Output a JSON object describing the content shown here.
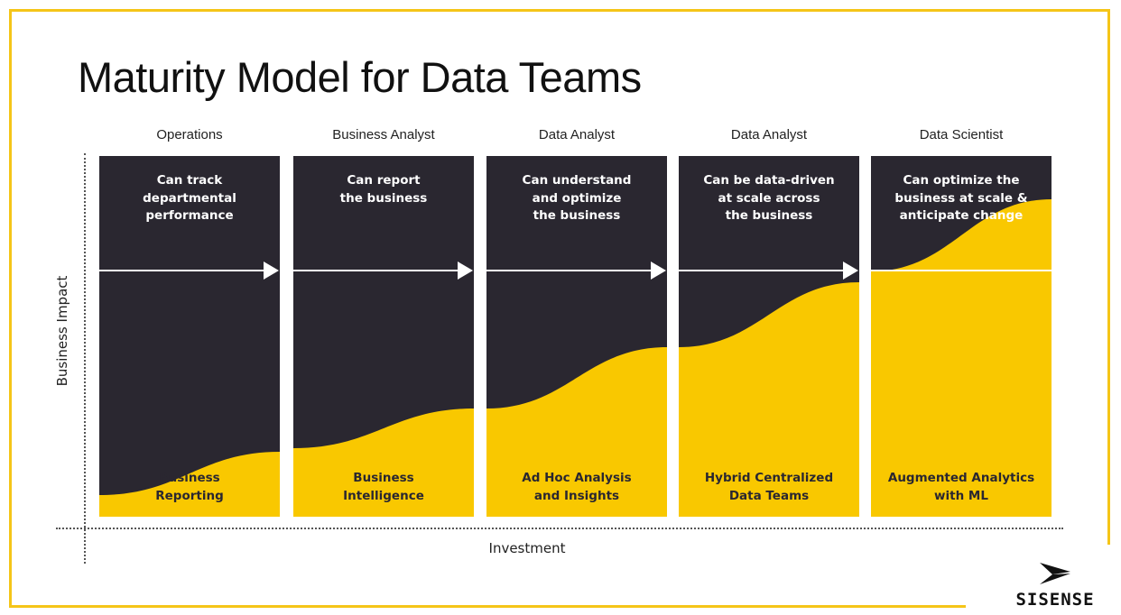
{
  "title": "Maturity Model for Data Teams",
  "colors": {
    "frame": "#f5c518",
    "panel": "#2a2730",
    "fill": "#f9c800",
    "arrow": "#ffffff"
  },
  "axes": {
    "x_label": "Investment",
    "y_label": "Business Impact"
  },
  "stages": [
    {
      "role": "Operations",
      "capability": "Can track\ndepartmental\nperformance",
      "practice": "Business\nReporting",
      "impact_start": 0.06,
      "impact_end": 0.18
    },
    {
      "role": "Business Analyst",
      "capability": "Can report\nthe business",
      "practice": "Business\nIntelligence",
      "impact_start": 0.19,
      "impact_end": 0.3
    },
    {
      "role": "Data Analyst",
      "capability": "Can understand\nand optimize\nthe business",
      "practice": "Ad Hoc Analysis\nand Insights",
      "impact_start": 0.3,
      "impact_end": 0.47
    },
    {
      "role": "Data Analyst",
      "capability": "Can be data-driven\nat scale across\nthe business",
      "practice": "Hybrid Centralized\nData Teams",
      "impact_start": 0.47,
      "impact_end": 0.65
    },
    {
      "role": "Data Scientist",
      "capability": "Can optimize the\nbusiness at scale &\nanticipate change",
      "practice": "Augmented Analytics\nwith ML",
      "impact_start": 0.68,
      "impact_end": 0.88
    }
  ],
  "logo": {
    "text": "SISENSE",
    "icon": "sisense-logo-icon"
  }
}
